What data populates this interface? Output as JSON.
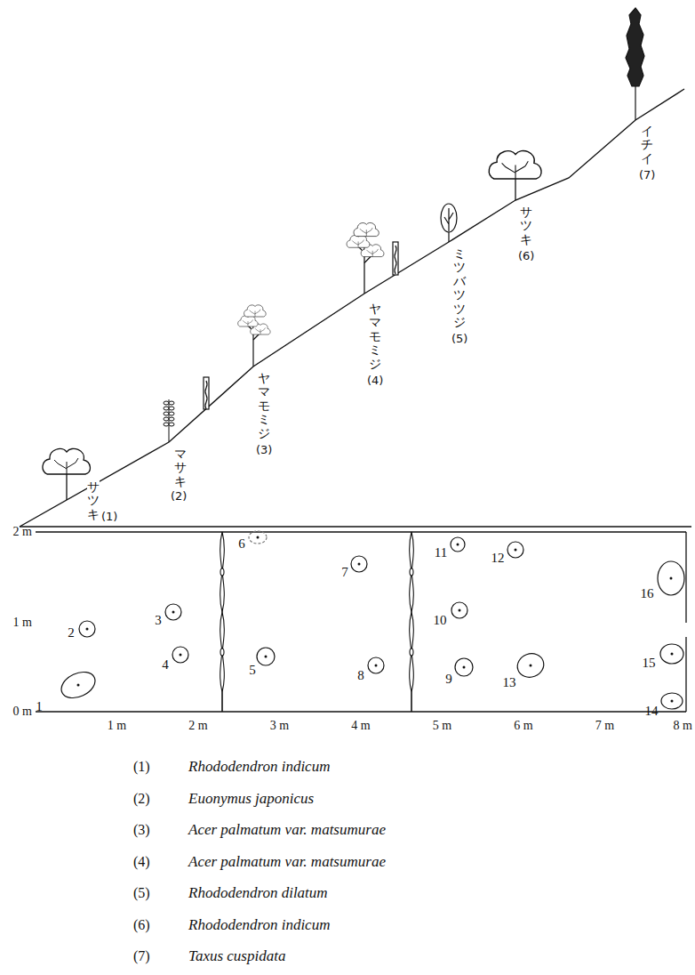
{
  "diagram": {
    "labels": [
      "サツキ",
      "(1)",
      "マサキ",
      "(2)",
      "ヤマモミジ",
      "(3)",
      "ヤマモミジ",
      "(4)",
      "ミツバツツジ",
      "(5)",
      "サツキ",
      "(6)",
      "イチイ",
      "(7)",
      "2 m",
      "1 m",
      "0 m",
      "1 m",
      "2 m",
      "3 m",
      "4 m",
      "5 m",
      "6 m",
      "7 m",
      "8 m",
      "1",
      "2",
      "3",
      "4",
      "5",
      "6",
      "7",
      "8",
      "9",
      "10",
      "11",
      "12",
      "13",
      "14",
      "15",
      "16",
      "(1)",
      "Rhododendron indicum",
      "(2)",
      "Euonymus japonicus",
      "(3)",
      "Acer palmatum var. matsumurae",
      "(4)",
      "Acer palmatum var. matsumurae",
      "(5)",
      "Rhododendron dilatum",
      "(6)",
      "Rhododendron indicum",
      "(7)",
      "Taxus cuspidata"
    ]
  }
}
